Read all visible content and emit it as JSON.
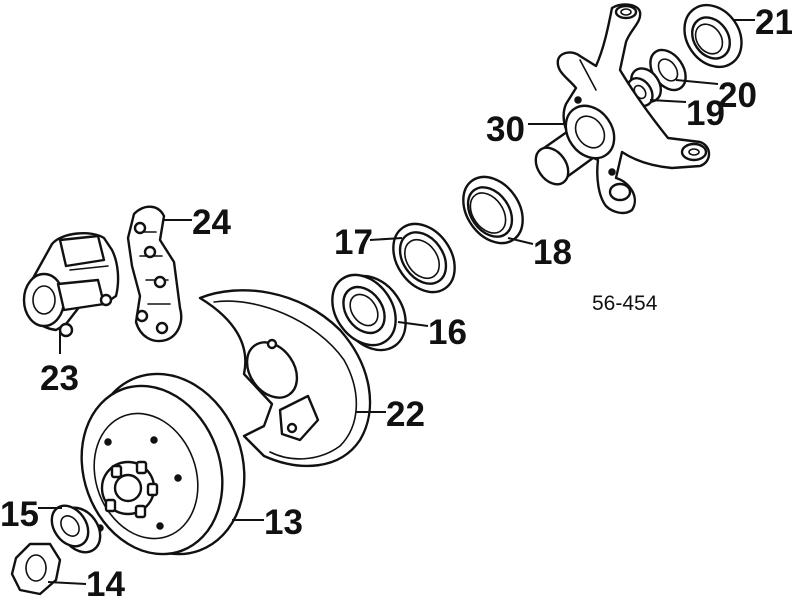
{
  "figure_code": "56-454",
  "colors": {
    "ink": "#111111",
    "paper": "#ffffff"
  },
  "callouts": [
    {
      "id": "13",
      "text": "13"
    },
    {
      "id": "14",
      "text": "14"
    },
    {
      "id": "15",
      "text": "15"
    },
    {
      "id": "16",
      "text": "16"
    },
    {
      "id": "17",
      "text": "17"
    },
    {
      "id": "18",
      "text": "18"
    },
    {
      "id": "19",
      "text": "19"
    },
    {
      "id": "20",
      "text": "20"
    },
    {
      "id": "21",
      "text": "21"
    },
    {
      "id": "22",
      "text": "22"
    },
    {
      "id": "23",
      "text": "23"
    },
    {
      "id": "24",
      "text": "24"
    },
    {
      "id": "30",
      "text": "30"
    }
  ]
}
